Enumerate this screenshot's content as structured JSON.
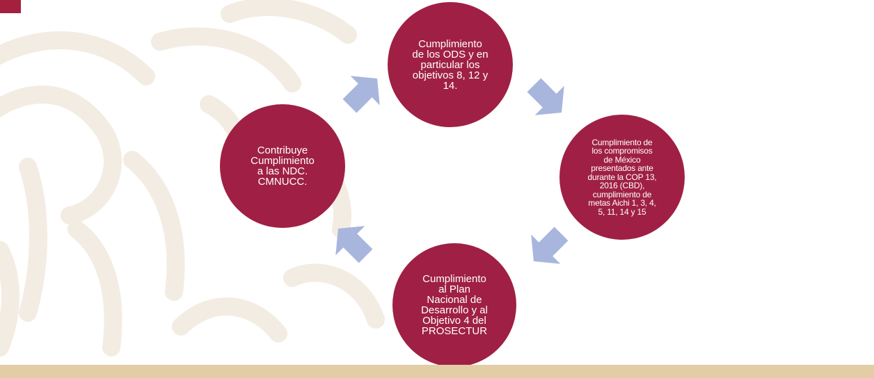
{
  "diagram": {
    "nodes": [
      {
        "id": "top",
        "text": "Cumplimiento\nde los ODS y en\nparticular los\nobjetivos 8, 12 y\n14."
      },
      {
        "id": "right",
        "text": "Cumplimiento de\nlos compromisos\nde México\npresentados ante\ndurante la COP 13,\n2016 (CBD),\ncumplimiento de\nmetas Aichi  1, 3, 4,\n5, 11, 14 y 15"
      },
      {
        "id": "bottom",
        "text": "Cumplimiento\nal Plan\nNacional de\nDesarrollo y al\nObjetivo 4 del\nPROSECTUR"
      },
      {
        "id": "left",
        "text": "Contribuye\nCumplimiento\na las NDC.\nCMNUCC."
      }
    ],
    "flow": "clockwise cycle",
    "colors": {
      "node_fill": "#9f2044",
      "node_text": "#ffffff",
      "arrow_fill": "#a8b6de",
      "accent_corner": "#a3213f",
      "footer_band": "#e2cda6",
      "background_pattern": "#f3ece2"
    }
  }
}
